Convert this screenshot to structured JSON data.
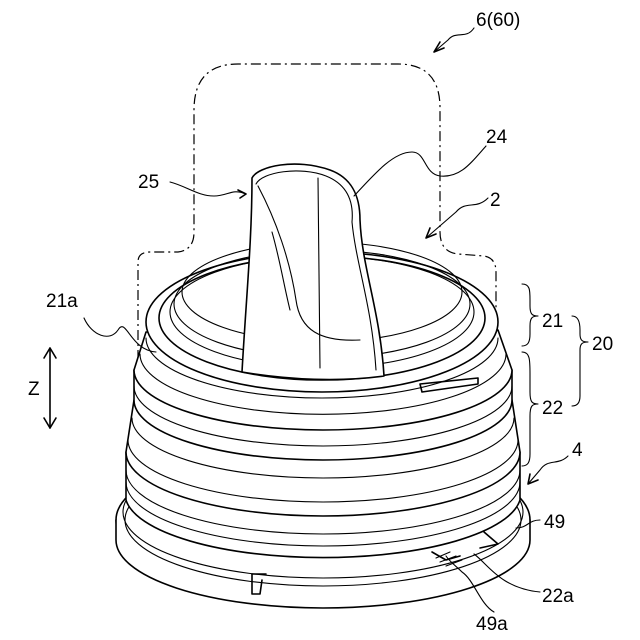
{
  "labels": {
    "assembly": "6(60)",
    "nozzle_tip": "24",
    "nozzle_base": "25",
    "body": "2",
    "ring_edge": "21a",
    "upper_part": "21",
    "combined": "20",
    "lower_part": "22",
    "axis": "Z",
    "cap": "4",
    "flange": "49",
    "notch": "22a",
    "rib": "49a"
  }
}
